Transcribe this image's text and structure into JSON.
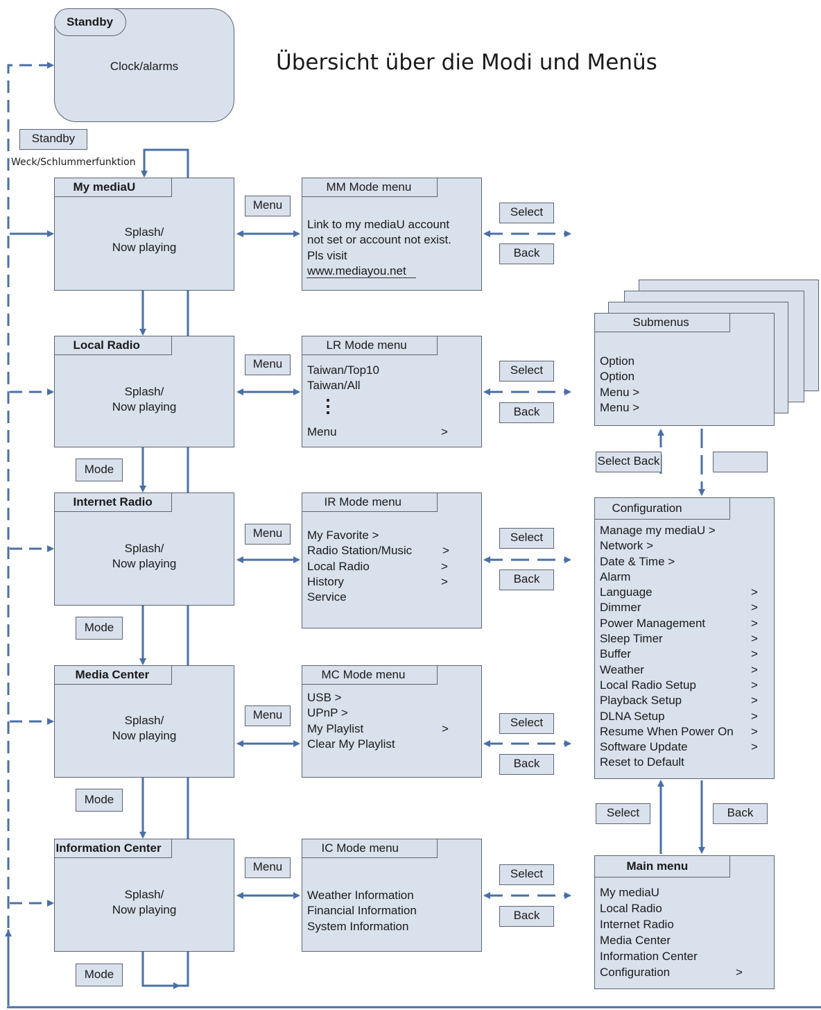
{
  "title": "Übersicht über die Modi und Menüs",
  "standby_box": {
    "tab": "Standby",
    "content": "Clock/alarms"
  },
  "standby_label": "Standby",
  "weck_label": "Weck/Schlummerfunktion",
  "modes": [
    {
      "name": "My mediaU",
      "line1": "Splash/",
      "line2": "Now playing"
    },
    {
      "name": "Local Radio",
      "line1": "Splash/",
      "line2": "Now playing"
    },
    {
      "name": "Internet Radio",
      "line1": "Splash/",
      "line2": "Now playing"
    },
    {
      "name": "Media Center",
      "line1": "Splash/",
      "line2": "Now playing"
    },
    {
      "name": "Information Center",
      "line1": "Splash/",
      "line2": "Now playing"
    }
  ],
  "labels": {
    "menu": "Menu",
    "mode": "Mode",
    "select": "Select",
    "back": "Back",
    "select_back": "Select Back"
  },
  "mode_menus": [
    {
      "title": "MM Mode menu",
      "items": [
        {
          "text": "Link to my mediaU account",
          "gt": ""
        },
        {
          "text": "not set or account not exist.",
          "gt": ""
        },
        {
          "text": "Pls visit",
          "gt": ""
        },
        {
          "text": "www.mediayou.net",
          "gt": ""
        }
      ]
    },
    {
      "title": "LR Mode menu",
      "items": [
        {
          "text": "Taiwan/Top10",
          "gt": ""
        },
        {
          "text": "Taiwan/All",
          "gt": ""
        },
        {
          "text": "Menu",
          "gt": ">"
        }
      ]
    },
    {
      "title": "IR Mode menu",
      "items": [
        {
          "text": "My Favorite >",
          "gt": ""
        },
        {
          "text": "Radio Station/Music",
          "gt": ">"
        },
        {
          "text": "Local Radio",
          "gt": ">"
        },
        {
          "text": "History",
          "gt": ">"
        },
        {
          "text": "Service",
          "gt": ""
        }
      ]
    },
    {
      "title": "MC Mode menu",
      "items": [
        {
          "text": "USB >",
          "gt": ""
        },
        {
          "text": "UPnP >",
          "gt": ""
        },
        {
          "text": "My Playlist",
          "gt": ">"
        },
        {
          "text": "Clear My Playlist",
          "gt": ""
        }
      ]
    },
    {
      "title": "IC Mode menu",
      "items": [
        {
          "text": "Weather Information",
          "gt": ""
        },
        {
          "text": "Financial Information",
          "gt": ""
        },
        {
          "text": "System Information",
          "gt": ""
        }
      ]
    }
  ],
  "submenus": {
    "title": "Submenus",
    "items": [
      {
        "text": "Option"
      },
      {
        "text": "Option"
      },
      {
        "text": "Menu >"
      },
      {
        "text": "Menu >"
      }
    ]
  },
  "configuration": {
    "title": "Configuration",
    "items": [
      {
        "text": "Manage my mediaU >",
        "gt": ""
      },
      {
        "text": "Network >",
        "gt": ""
      },
      {
        "text": "Date & Time >",
        "gt": ""
      },
      {
        "text": "Alarm",
        "gt": ""
      },
      {
        "text": "Language",
        "gt": ">"
      },
      {
        "text": "Dimmer",
        "gt": ">"
      },
      {
        "text": "Power Management",
        "gt": ">"
      },
      {
        "text": "Sleep Timer",
        "gt": ">"
      },
      {
        "text": "Buffer",
        "gt": ">"
      },
      {
        "text": "Weather",
        "gt": ">"
      },
      {
        "text": "Local Radio Setup",
        "gt": ">"
      },
      {
        "text": "Playback Setup",
        "gt": ">"
      },
      {
        "text": "DLNA Setup",
        "gt": ">"
      },
      {
        "text": "Resume When Power On",
        "gt": ">"
      },
      {
        "text": "Software Update",
        "gt": ">"
      },
      {
        "text": "Reset to Default",
        "gt": ""
      }
    ]
  },
  "main_menu": {
    "title": "Main menu",
    "items": [
      {
        "text": "My mediaU",
        "gt": ""
      },
      {
        "text": "Local Radio",
        "gt": ""
      },
      {
        "text": "Internet Radio",
        "gt": ""
      },
      {
        "text": "Media Center",
        "gt": ""
      },
      {
        "text": "Information Center",
        "gt": ""
      },
      {
        "text": "Configuration",
        "gt": ">"
      }
    ]
  },
  "colors": {
    "box_fill": "#d9e1ec",
    "arrow": "#4a6fa5",
    "border": "#5b6470"
  }
}
